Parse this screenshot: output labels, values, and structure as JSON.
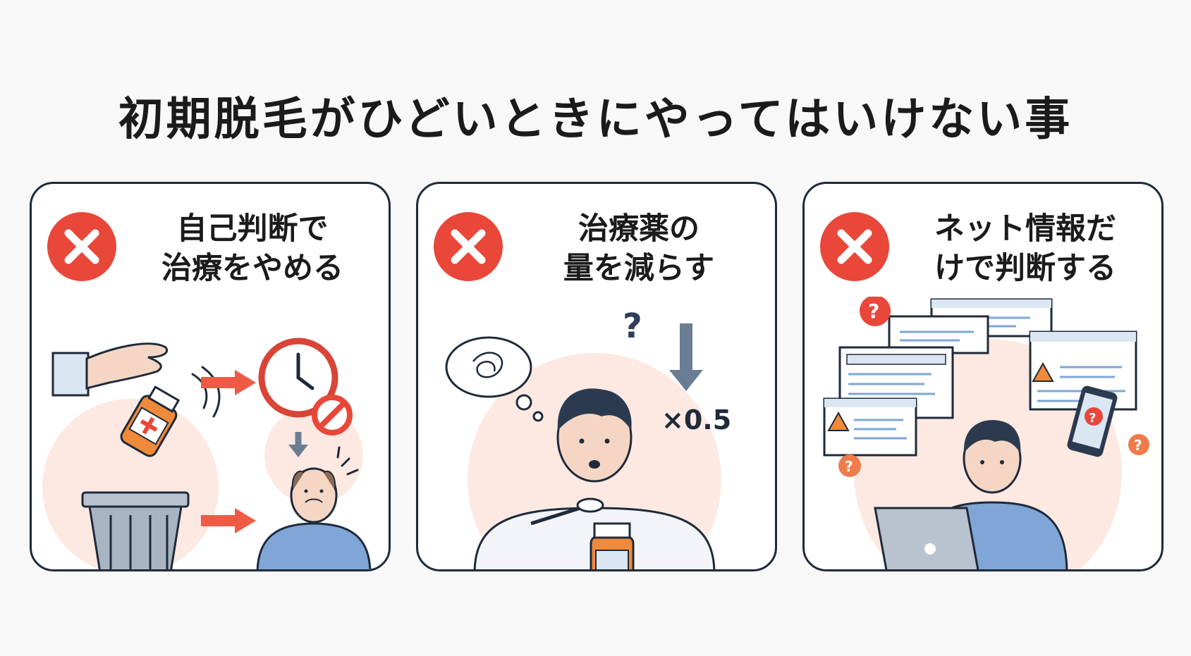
{
  "title": "初期脱毛がひどいときにやってはいけない事",
  "cards": [
    {
      "heading_line1": "自己判断で",
      "heading_line2": "治療をやめる",
      "icon": "x-mark-icon"
    },
    {
      "heading_line1": "治療薬の",
      "heading_line2": "量を減らす",
      "icon": "x-mark-icon",
      "ratio_label": "×0.5"
    },
    {
      "heading_line1": "ネット情報だ",
      "heading_line2": "けで判断する",
      "icon": "x-mark-icon"
    }
  ],
  "colors": {
    "accent_red": "#e8473a",
    "outline": "#1f2a3a",
    "blue_shirt": "#7fa6d6",
    "bottle_orange": "#ef8a3a",
    "bg_blob": "#fde9e2"
  }
}
